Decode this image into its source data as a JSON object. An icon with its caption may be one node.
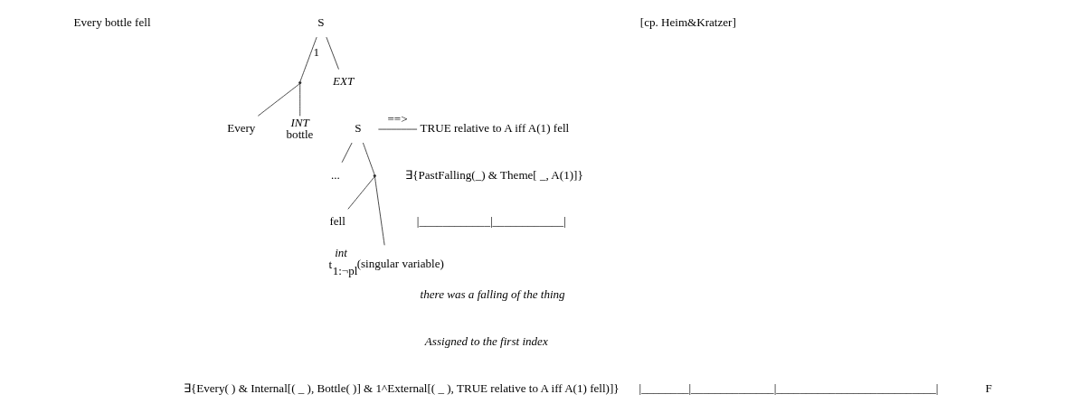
{
  "diagram": {
    "nodes": [
      {
        "text": [
          "S"
        ]
      },
      {
        "text": [],
        "shape": "point"
      },
      {
        "text": [
          "Every"
        ]
      },
      {
        "text": [
          "INT",
          "bottle"
        ]
      },
      {
        "text": [
          "EXT"
        ]
      },
      {
        "text": [
          "S"
        ]
      },
      {
        "text": [
          "TRUE relative to A iff A(1) fell"
        ]
      },
      {
        "text": [
          "..."
        ]
      },
      {
        "text": [],
        "shape": "point"
      },
      {
        "text": [
          "fell"
        ]
      },
      {
        "text": [
          "int",
          "t$_{1:¬pl}$"
        ],
        "beside": [
          "(singular variable)"
        ]
      }
    ],
    "edges": [
      {
        "from": 0,
        "to": 1,
        "arrow": "none",
        "label": "1"
      },
      {
        "from": 1,
        "to": 2,
        "arrow": "none"
      },
      {
        "from": 1,
        "to": 3,
        "arrow": "none"
      },
      {
        "from": 0,
        "to": 4,
        "arrow": "none"
      },
      {
        "from": 5,
        "to": 6,
        "arrow": "none",
        "label": "==>"
      },
      {
        "from": 5,
        "to": 7,
        "arrow": "none"
      },
      {
        "from": 5,
        "to": 8,
        "arrow": "none"
      },
      {
        "from": 8,
        "to": 9,
        "arrow": "none"
      },
      {
        "from": 8,
        "to": 10,
        "arrow": "none"
      }
    ],
    "labels": [
      "Every bottle fell",
      "[cp. Heim&Kratzer]",
      "∃{PastFalling(_) & Theme[ _, A(1)]}",
      "|____________|____________|",
      "there was a falling of the thing",
      "Assigned to the first index",
      "∃{Every( ) & Internal[( _ ), Bottle( )] & 1^External[( _ ), TRUE relative to A iff A(1) fell)]}",
      "|________|______________|___________________________|",
      "F"
    ]
  }
}
